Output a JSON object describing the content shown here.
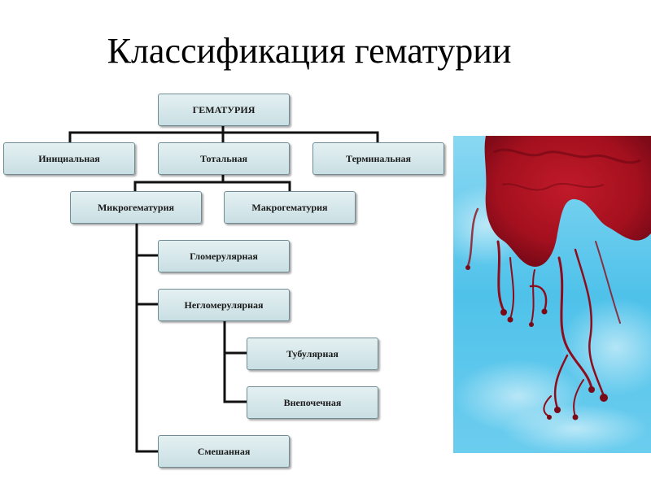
{
  "title": "Классификация гематурии",
  "diagram": {
    "root": "ГЕМАТУРИЯ",
    "level1": [
      "Инициальная",
      "Тотальная",
      "Терминальная"
    ],
    "level2": [
      "Микрогематурия",
      "Макрогематурия"
    ],
    "micro_children": [
      "Гломерулярная",
      "Негломерулярная",
      "Смешанная"
    ],
    "nonglomerular_children": [
      "Тубулярная",
      "Внепочечная"
    ]
  },
  "image": {
    "description_icon": "blood-in-water-photo",
    "colors": {
      "water": "#5ec8ec",
      "blood": "#a4101e"
    }
  }
}
